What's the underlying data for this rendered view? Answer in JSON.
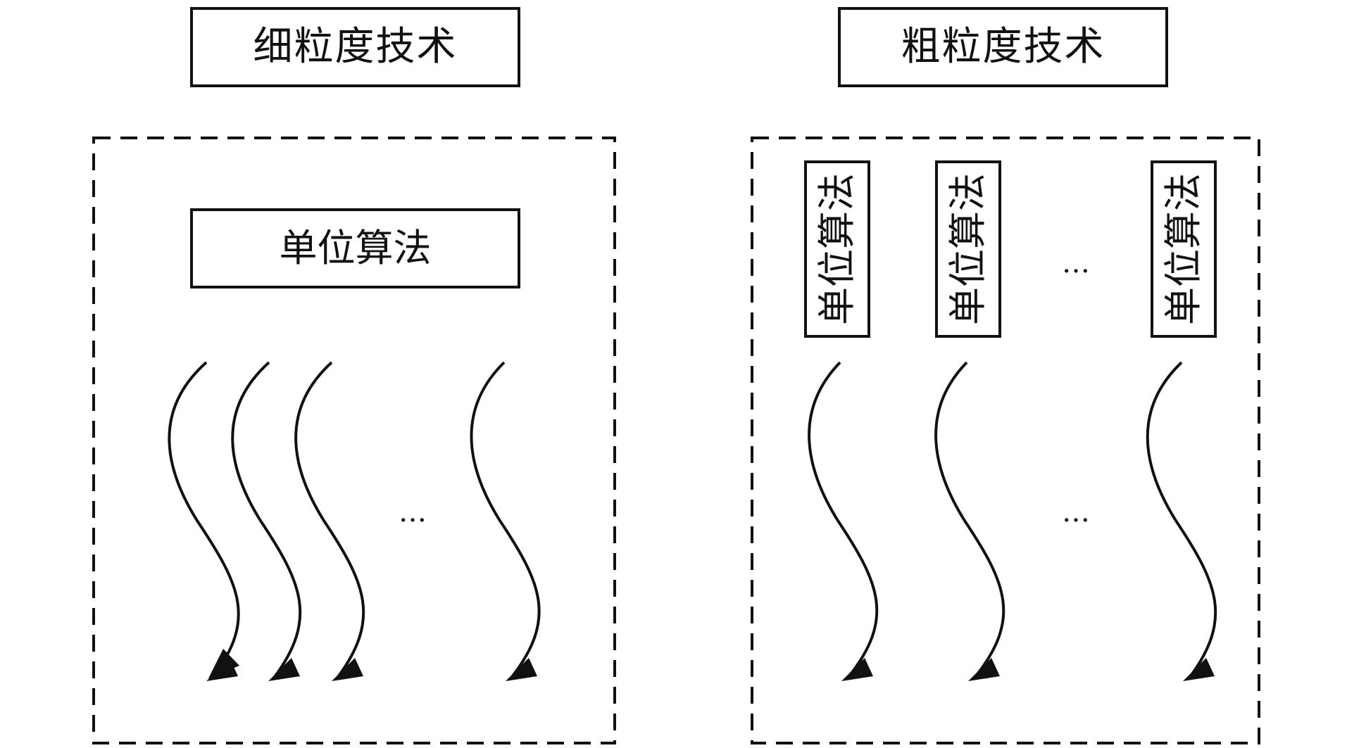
{
  "fine_grained": {
    "title": "细粒度技术",
    "unit_algorithm": "单位算法",
    "ellipsis": "…"
  },
  "coarse_grained": {
    "title": "粗粒度技术",
    "unit_algorithms": [
      "单位算法",
      "单位算法",
      "单位算法"
    ],
    "ellipsis_top": "…",
    "ellipsis_bottom": "…"
  },
  "colors": {
    "stroke": "#111111",
    "background": "#ffffff"
  }
}
